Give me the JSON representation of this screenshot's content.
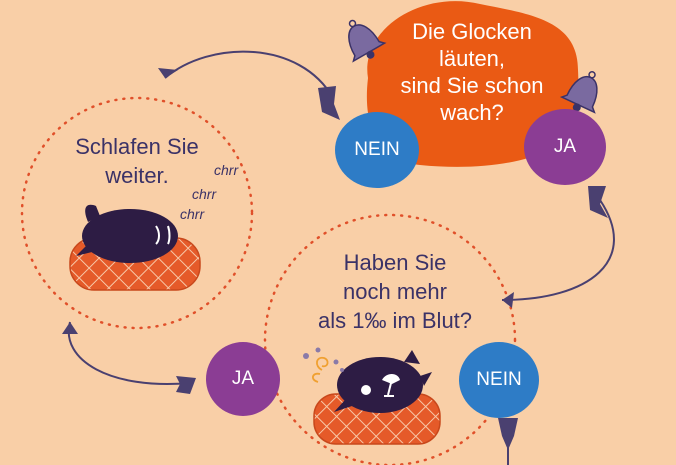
{
  "question_wake": [
    "Die Glocken",
    "läuten,",
    "sind Sie schon",
    "wach?"
  ],
  "sleep_text": [
    "Schlafen Sie",
    "weiter."
  ],
  "snore_sounds": [
    "chrr",
    "chrr",
    "chrr"
  ],
  "question_blood": [
    "Haben Sie",
    "noch mehr",
    "als 1‰ im Blut?"
  ],
  "answers": {
    "wake_no": "NEIN",
    "wake_yes": "JA",
    "blood_yes": "JA",
    "blood_no": "NEIN"
  },
  "colors": {
    "background": "#f9cfa7",
    "orange_bubble": "#ea5a14",
    "no_badge": "#2e7cc6",
    "yes_badge": "#8b3d94",
    "ink": "#3b3267",
    "arrow": "#4a4070",
    "dotted_circle": "#e0502a",
    "pillow": "#e55a29"
  },
  "icons": [
    "bell-icon",
    "pig-sleeping-icon",
    "pig-drunk-icon",
    "pillow-icon"
  ]
}
